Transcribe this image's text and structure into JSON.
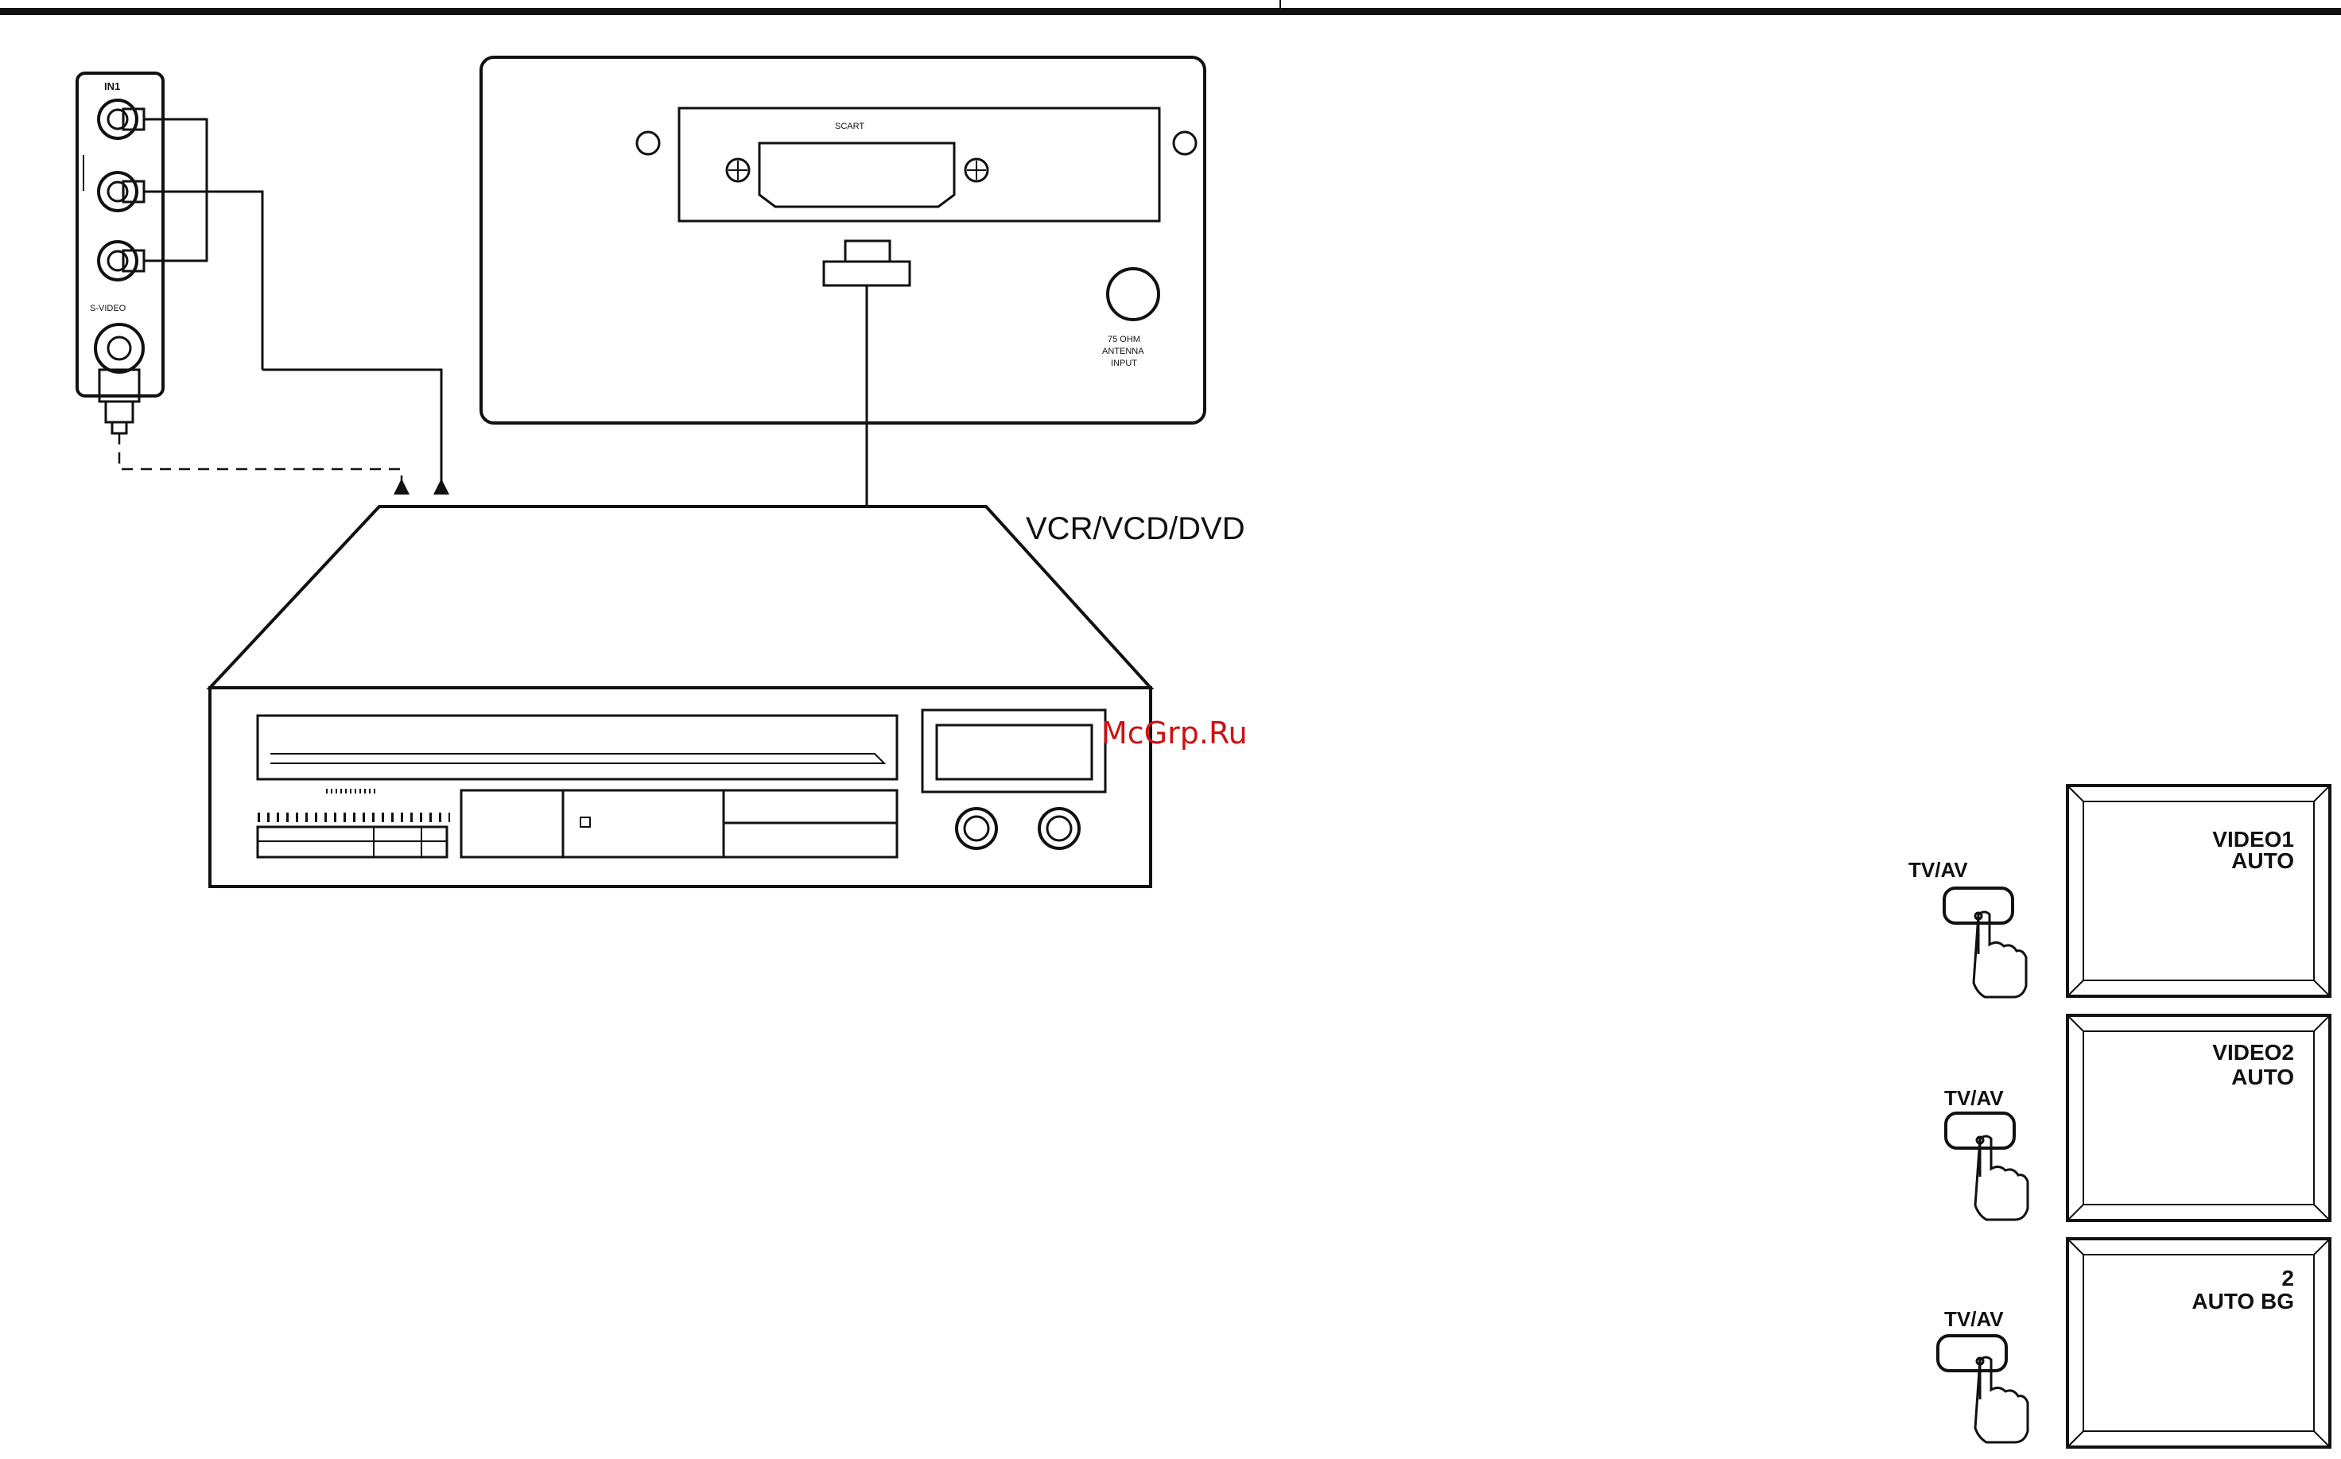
{
  "panel": {
    "in_label": "IN1",
    "svideo_label": "S-VIDEO"
  },
  "tv_back": {
    "scart_label": "SCART",
    "antenna_line1": "75 OHM",
    "antenna_line2": "ANTENNA",
    "antenna_line3": "INPUT"
  },
  "device": {
    "label": "VCR/VCD/DVD"
  },
  "watermark": "McGrp.Ru",
  "sequence": [
    {
      "button": "TV/AV",
      "screen_line1": "VIDEO1",
      "screen_line2": "AUTO"
    },
    {
      "button": "TV/AV",
      "screen_line1": "VIDEO2",
      "screen_line2": "AUTO"
    },
    {
      "button": "TV/AV",
      "screen_line1": "2",
      "screen_line2": "AUTO BG"
    }
  ],
  "colors": {
    "line": "#111111",
    "watermark": "#cc1111",
    "background": "#ffffff"
  }
}
